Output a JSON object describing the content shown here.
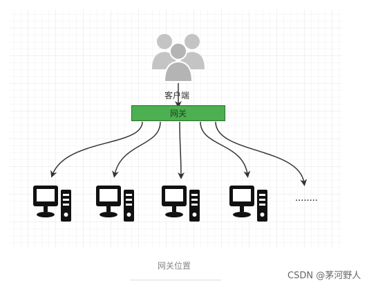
{
  "diagram": {
    "client_label": "客户端",
    "gateway_label": "网关",
    "ellipsis": "........",
    "caption": "网关位置",
    "watermark": "CSDN @茅河野人",
    "computers": [
      {
        "name": "computer-1-icon"
      },
      {
        "name": "computer-2-icon"
      },
      {
        "name": "computer-3-icon"
      },
      {
        "name": "computer-4-icon"
      }
    ],
    "colors": {
      "gateway_fill": "#4caf50",
      "gateway_border": "#2e6b2e",
      "users_icon": "#c2c2c2",
      "arrow": "#333333",
      "grid": "#e6e6e6"
    }
  }
}
